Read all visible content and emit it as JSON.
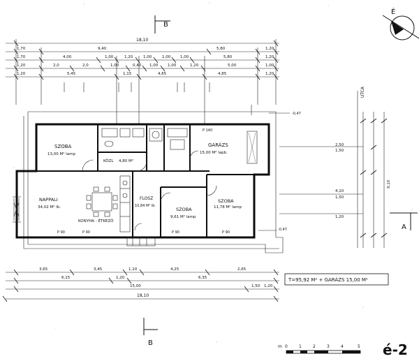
{
  "section_markers": {
    "top": "B",
    "bottom": "B",
    "right": "A"
  },
  "north_label": "É",
  "street_label": "UTCA",
  "rooms": [
    {
      "key": "szoba1",
      "name": "SZOBA",
      "area": "13,00 M² lamp"
    },
    {
      "key": "kozl",
      "name": "KÖZL",
      "area": "4,80 M²"
    },
    {
      "key": "garazs",
      "name": "GARÁZS",
      "area": "15,00 M² lapb."
    },
    {
      "key": "nappali",
      "name": "NAPPALI",
      "area": "34,02 M² lb."
    },
    {
      "key": "konyha",
      "name": "KONYHA - ÉTKEZŐ",
      "area": ""
    },
    {
      "key": "folyoso",
      "name": "FLOSZ",
      "area": "10,84 M² lb."
    },
    {
      "key": "szoba2",
      "name": "SZOBA",
      "area": "9,61 M² lamp"
    },
    {
      "key": "szoba3",
      "name": "SZOBA",
      "area": "11,78 M² lamp"
    }
  ],
  "small_labels": {
    "p1": "P 140",
    "p2": "P 90",
    "p3": "P 90",
    "p4": "P 90",
    "p5": "P 90",
    "level1": "-0,47",
    "level2": "-0,47"
  },
  "top_dims": {
    "overall": "18,10",
    "row1": [
      "1,70",
      "9,40",
      "5,80",
      "1,20"
    ],
    "row2": [
      "1,70",
      "4,00",
      "1,00",
      "1,20",
      "1,00",
      "1,00",
      "1,00",
      "5,80",
      "1,20"
    ],
    "row3": [
      "1,20",
      "2,0",
      "2,0",
      "1,00",
      "0,40",
      "1,00",
      "1,00",
      "1,20",
      "5,00",
      "1,00"
    ],
    "row4": [
      "1,20",
      "5,45",
      "1,15",
      "4,65",
      "4,85",
      "1,20"
    ]
  },
  "bottom_dims": {
    "row1": [
      "3,65",
      "3,45",
      "1,10",
      "4,25",
      "2,65"
    ],
    "row2": [
      "6,15",
      "1,20",
      "6,35"
    ],
    "row3": [
      "15,00",
      "1,50",
      "1,20"
    ],
    "overall": "18,10"
  },
  "right_dims": [
    "2,50",
    "1,50",
    "4,10",
    "1,50",
    "9,10",
    "1,20"
  ],
  "area_summary": "T=95,92 M² + GARÁZS 15,00 M²",
  "scale_numbers": [
    "m",
    "0",
    "1",
    "2",
    "3",
    "4",
    "5"
  ],
  "sheet_code": "é-2"
}
